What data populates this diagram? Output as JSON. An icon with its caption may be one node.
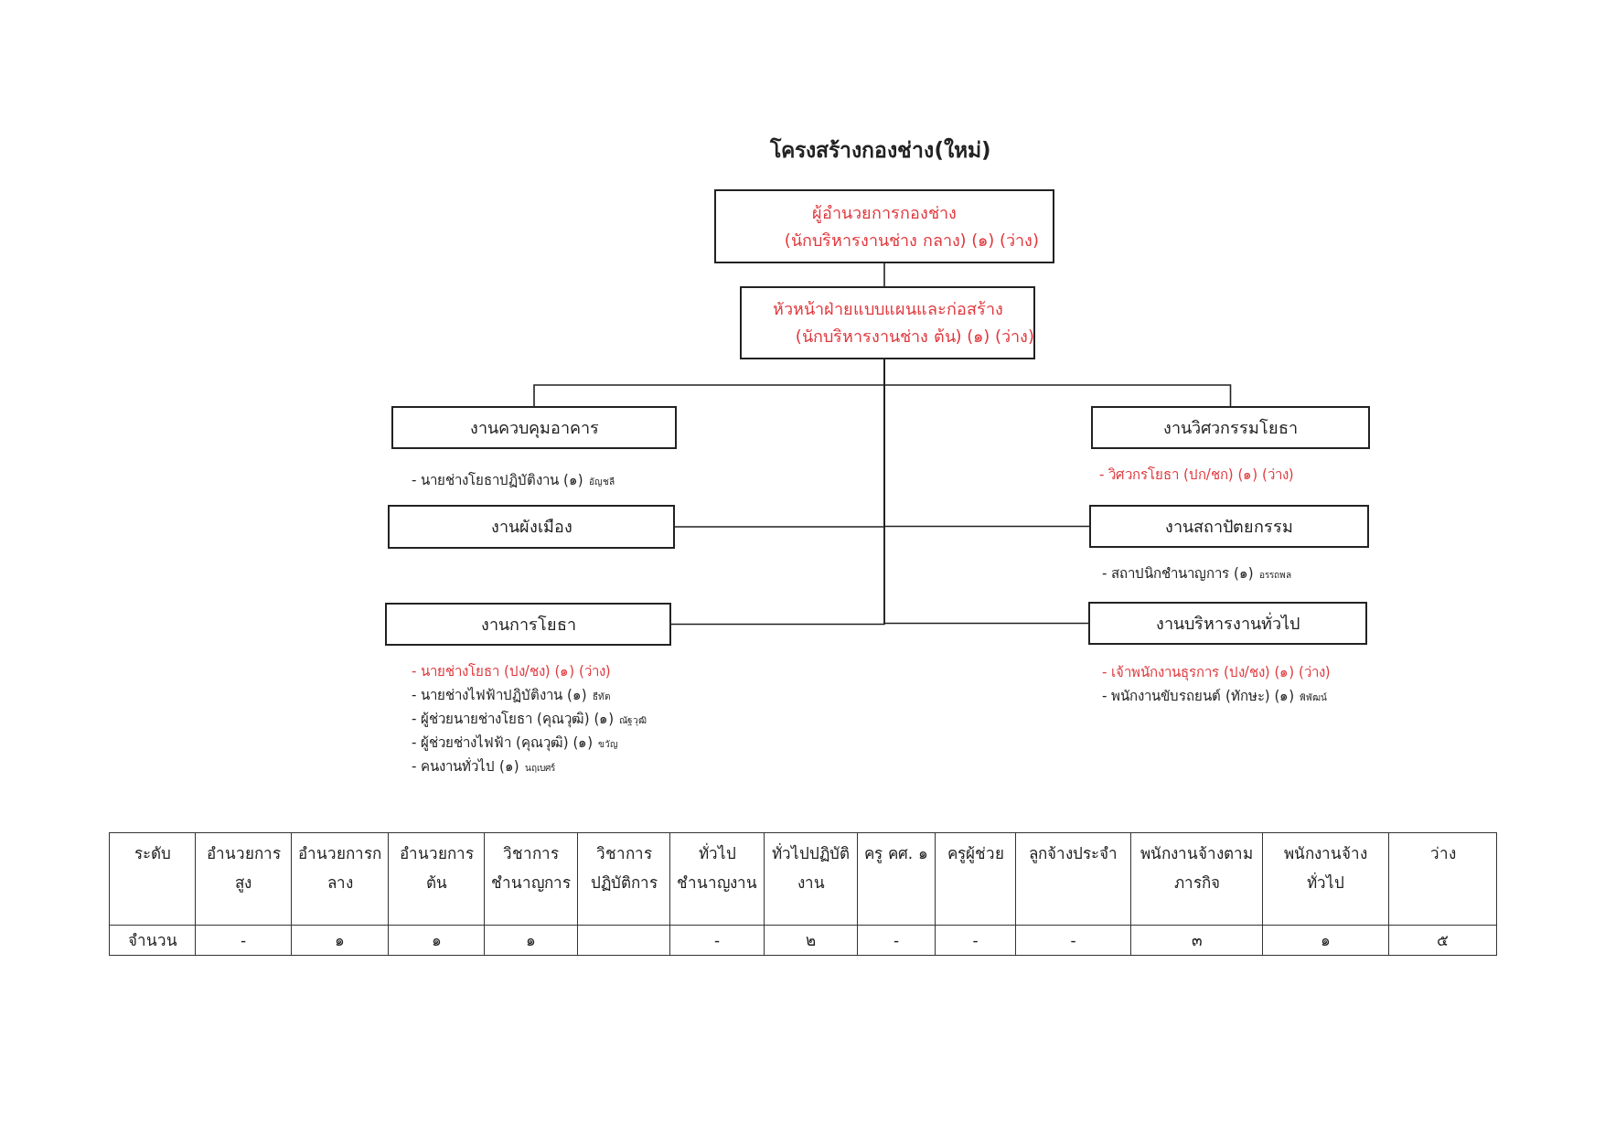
{
  "diagram": {
    "title": "โครงสร้างกองช่าง(ใหม่)",
    "nodes": [
      {
        "text": [
          "ผู้อำนวยการกองช่าง",
          "(นักบริหารงานช่าง กลาง) (๑) (ว่าง)"
        ]
      },
      {
        "text": [
          "หัวหน้าฝ่ายแบบแผนและก่อสร้าง",
          "(นักบริหารงานช่าง ต้น) (๑) (ว่าง)"
        ]
      },
      {
        "text": [
          "งานควบคุมอาคาร"
        ],
        "beside": [
          "- นายช่างโยธาปฏิบัติงาน (๑)",
          "อัญชลี"
        ]
      },
      {
        "text": [
          "งานวิศวกรรมโยธา"
        ],
        "beside": [
          "- วิศวกรโยธา (ปก/ชก) (๑) (ว่าง)"
        ]
      },
      {
        "text": [
          "งานผังเมือง"
        ]
      },
      {
        "text": [
          "งานสถาปัตยกรรม"
        ],
        "beside": [
          "- สถาปนิกชำนาญการ (๑)",
          "อรรถพล"
        ]
      },
      {
        "text": [
          "งานการโยธา"
        ],
        "beside": [
          "- นายช่างโยธา (ปง/ชง) (๑) (ว่าง)",
          "- นายช่างไฟฟ้าปฏิบัติงาน (๑)",
          "ธีทัต",
          "- ผู้ช่วยนายช่างโยธา (คุณวุฒิ) (๑)",
          "ณัฐวุฒิ",
          "- ผู้ช่วยช่างไฟฟ้า (คุณวุฒิ) (๑)",
          "ขวัญ",
          "- คนงานทั่วไป (๑)",
          "นฤเบศร์"
        ]
      },
      {
        "text": [
          "งานบริหารงานทั่วไป"
        ],
        "beside": [
          "- เจ้าพนักงานธุรการ (ปง/ชง) (๑) (ว่าง)",
          "- พนักงานขับรถยนต์ (ทักษะ) (๑)",
          "พิพัฒน์"
        ]
      }
    ],
    "edges": [
      {
        "from": 0,
        "to": 1,
        "arrow": "none"
      },
      {
        "from": 1,
        "to": 2,
        "arrow": "none"
      },
      {
        "from": 1,
        "to": 3,
        "arrow": "none"
      },
      {
        "from": 1,
        "to": 4,
        "arrow": "none"
      },
      {
        "from": 1,
        "to": 5,
        "arrow": "none"
      },
      {
        "from": 1,
        "to": 6,
        "arrow": "none"
      },
      {
        "from": 1,
        "to": 7,
        "arrow": "none"
      }
    ],
    "labels": [
      "ระดับ",
      "อำนวยการสูง",
      "อำนวยการกลาง",
      "อำนวยการต้น",
      "วิชาการชำนาญการ",
      "วิชาการปฏิบัติการ",
      "ทั่วไปชำนาญงาน",
      "ทั่วไปปฏิบัติงาน",
      "ครู คศ. ๑",
      "ครูผู้ช่วย",
      "ลูกจ้างประจำ",
      "พนักงานจ้างตามภารกิจ",
      "พนักงานจ้างทั่วไป",
      "ว่าง",
      "จำนวน",
      "-",
      "๑",
      "๑",
      "๑",
      "-",
      "๒",
      "-",
      "-",
      "-",
      "๓",
      "๑",
      "๕"
    ]
  }
}
